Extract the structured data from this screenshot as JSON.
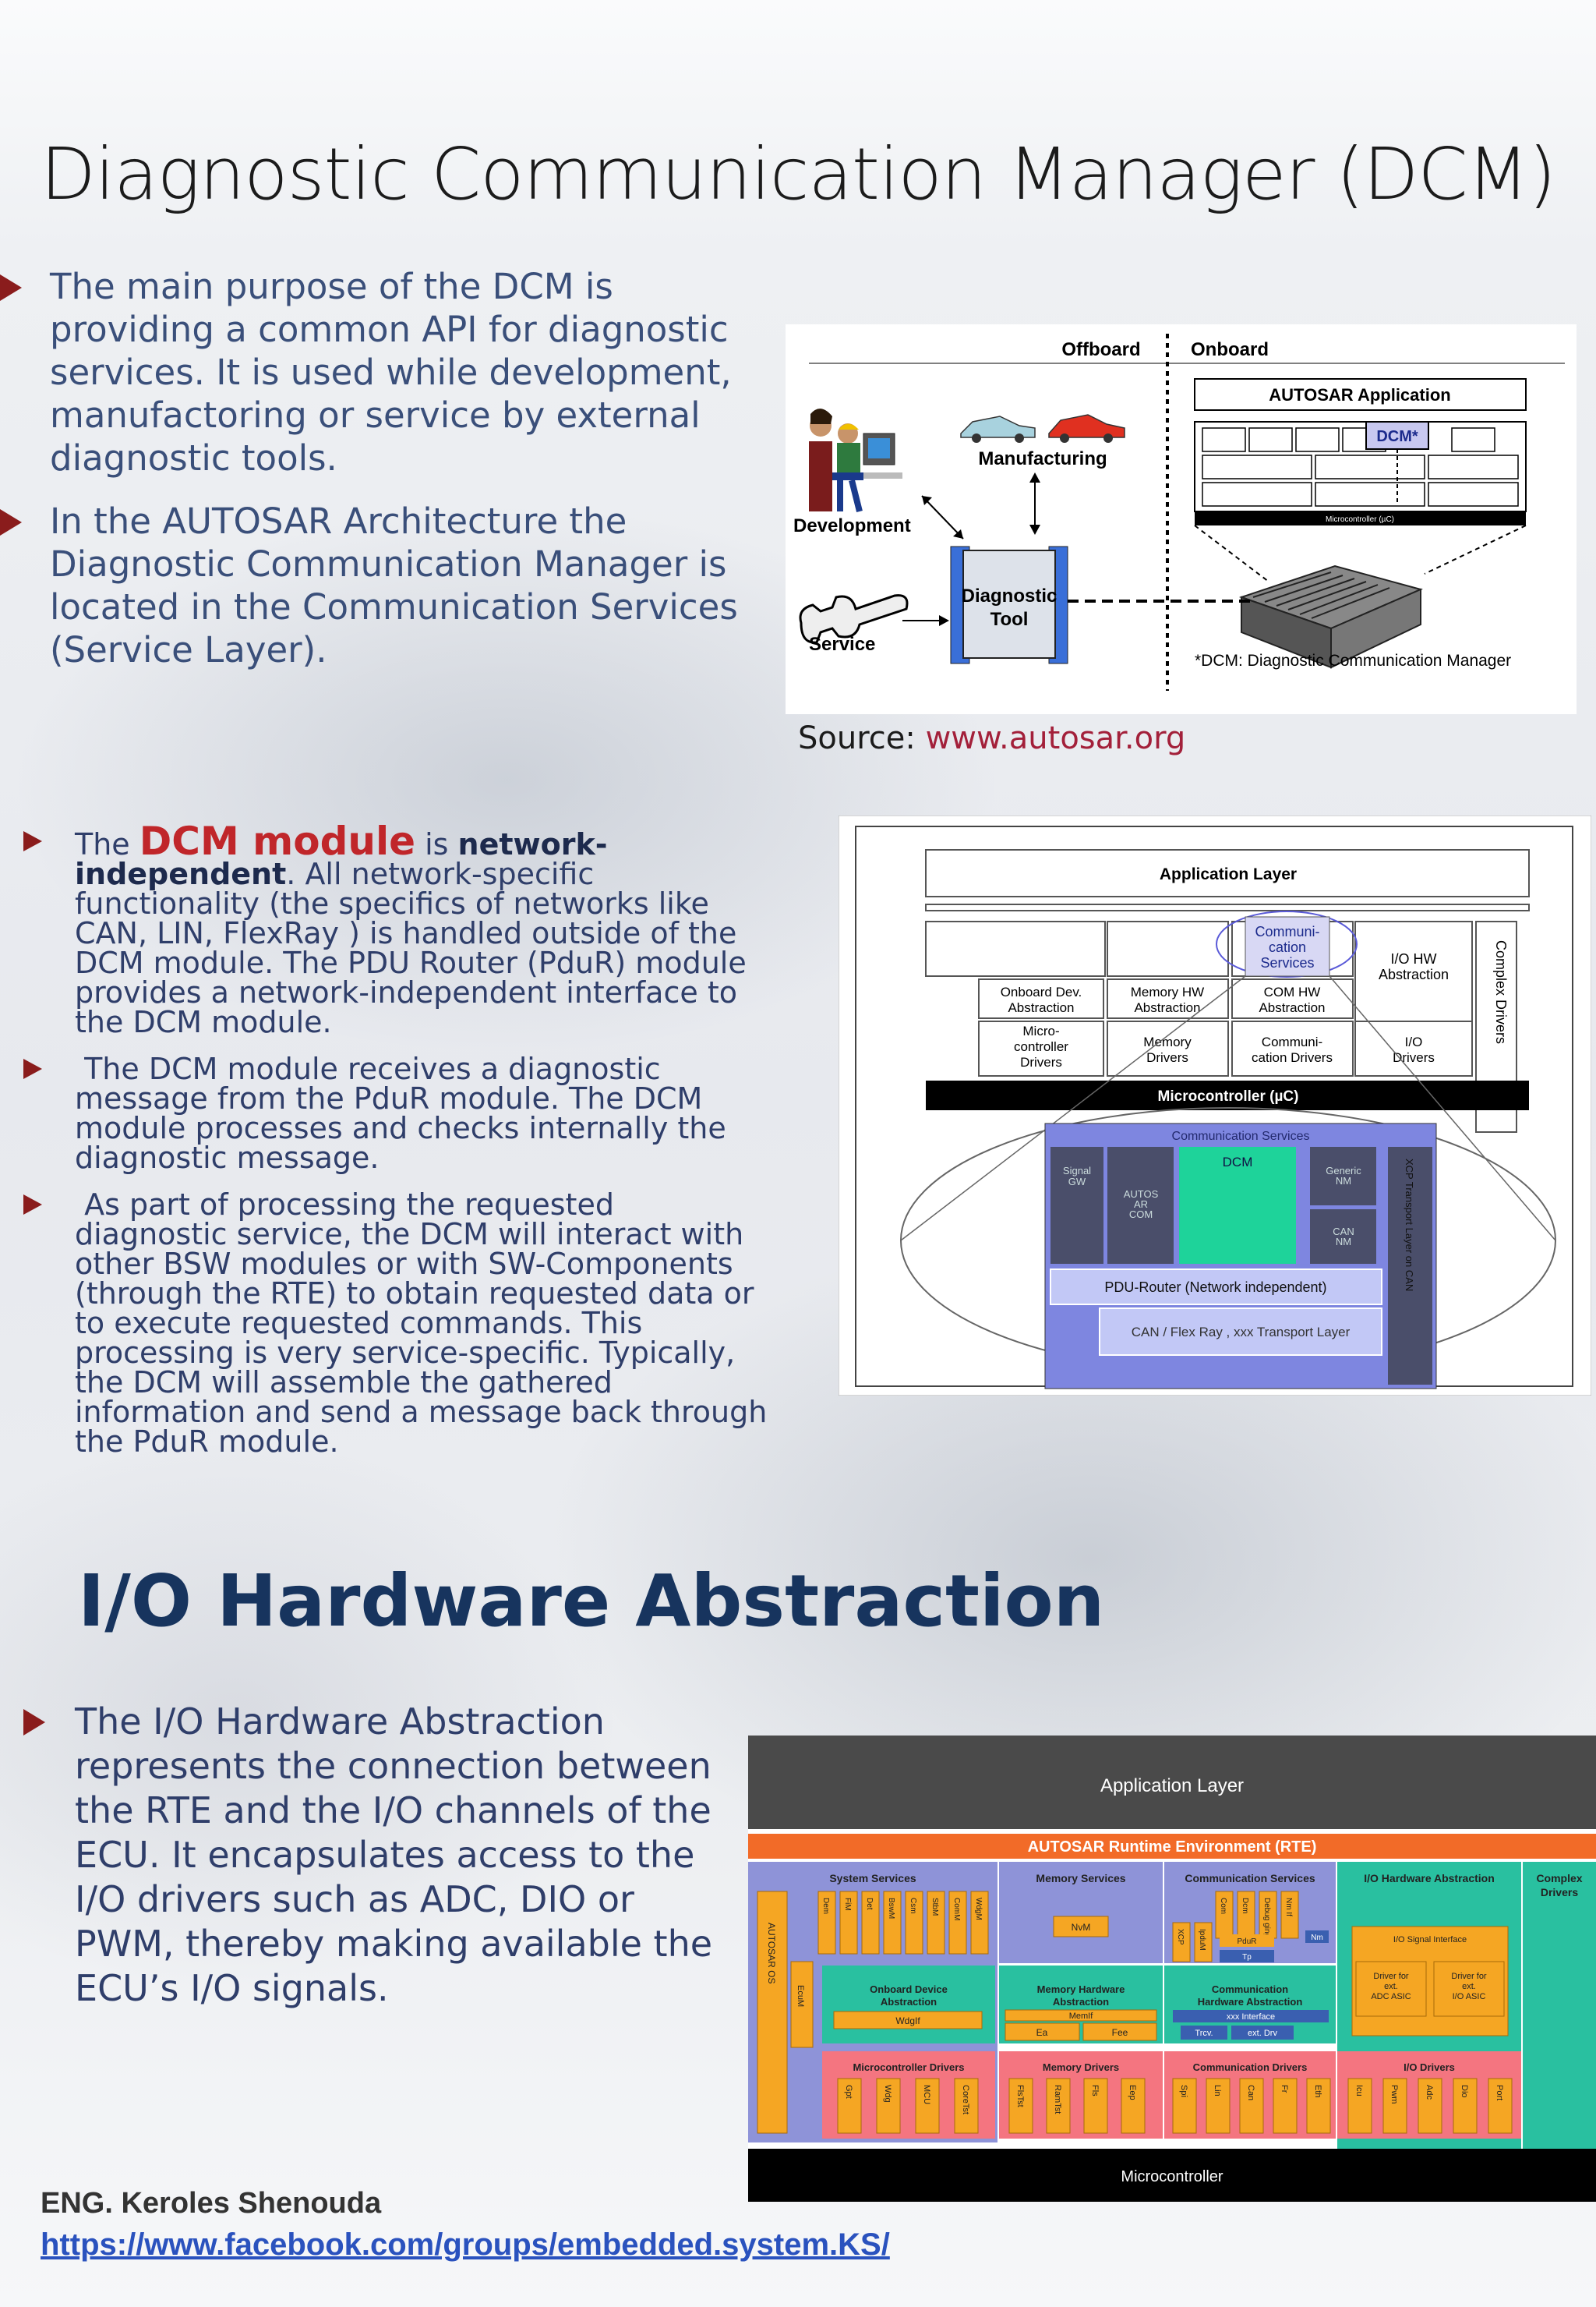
{
  "title": "Diagnostic Communication Manager (DCM)",
  "section1": {
    "bullets": [
      "The main purpose of the DCM is providing a common API for diagnostic services. It is used while development, manufactoring or service by external diagnostic tools.",
      "In the AUTOSAR Architecture the Diagnostic Communication Manager is located in the Communication Services (Service Layer)."
    ]
  },
  "figure1": {
    "offboard": "Offboard",
    "onboard": "Onboard",
    "autosar_app": "AUTOSAR Application",
    "dcm_box": "DCM*",
    "microcontroller": "Microcontroller (µC)",
    "manufacturing": "Manufacturing",
    "development": "Development",
    "diag_tool_1": "Diagnostic",
    "diag_tool_2": "Tool",
    "service": "Service",
    "footnote": "*DCM: Diagnostic Communication Manager"
  },
  "source": {
    "label": "Source:",
    "url": "www.autosar.org"
  },
  "section2": {
    "b1_pre": "The ",
    "b1_dcm": "DCM module",
    "b1_mid": " is ",
    "b1_bold": "network-independent",
    "b1_post": ". All network-specific functionality (the specifics of networks like CAN, LIN, FlexRay ) is handled outside of the DCM module. The PDU Router (PduR) module provides a network-independent interface to the DCM module.",
    "b2": "The DCM module receives a diagnostic message from the PduR module. The DCM module processes and checks internally the diagnostic message.",
    "b3": "As part of processing the requested diagnostic service, the DCM will interact with other BSW modules or with SW-Components (through the RTE) to obtain requested data or to execute requested commands. This processing is very service-specific. Typically, the DCM will assemble the gathered information and send a message back through the PduR module."
  },
  "figure2": {
    "app_layer": "Application Layer",
    "comm_services_1": "Communi-",
    "comm_services_2": "cation",
    "comm_services_3": "Services",
    "io_hw_1": "I/O HW",
    "io_hw_2": "Abstraction",
    "complex": "Complex Drivers",
    "onboard_1": "Onboard Dev.",
    "onboard_2": "Abstraction",
    "memhw_1": "Memory HW",
    "memhw_2": "Abstraction",
    "comhw_1": "COM HW",
    "comhw_2": "Abstraction",
    "micro_1": "Micro-",
    "micro_2": "controller",
    "micro_3": "Drivers",
    "memory_1": "Memory",
    "memory_2": "Drivers",
    "commdrv_1": "Communi-",
    "commdrv_2": "cation Drivers",
    "io_1": "I/O",
    "io_2": "Drivers",
    "mcu": "Microcontroller (µC)",
    "cs_title": "Communication Services",
    "signal_gw_1": "Signal",
    "signal_gw_2": "GW",
    "autos_1": "AUTOS",
    "autos_2": "AR",
    "autos_3": "COM",
    "dcm": "DCM",
    "generic_nm_1": "Generic",
    "generic_nm_2": "NM",
    "can_nm_1": "CAN",
    "can_nm_2": "NM",
    "xcp": "XCP Transport Layer on CAN",
    "pdur": "PDU-Router (Network independent)",
    "tp": "CAN / Flex Ray , xxx  Transport Layer"
  },
  "subtitle": "I/O Hardware Abstraction",
  "section3": {
    "bullet": "The I/O Hardware Abstraction represents the connection between the RTE and the I/O channels of the ECU. It encapsulates access to the I/O drivers such as ADC, DIO or PWM, thereby making available the ECU’s I/O signals."
  },
  "figure3": {
    "app_layer": "Application Layer",
    "rte": "AUTOSAR Runtime Environment (RTE)",
    "sys_services": "System Services",
    "mem_services": "Memory Services",
    "comm_services": "Communication Services",
    "io_hw_abs": "I/O Hardware Abstraction",
    "complex_1": "Complex",
    "complex_2": "Drivers",
    "autosar_os": "AUTOSAR OS",
    "nvm": "NvM",
    "onboard_1": "Onboard Device",
    "onboard_2": "Abstraction",
    "wdgif": "WdgIf",
    "memhw_1": "Memory Hardware",
    "memhw_2": "Abstraction",
    "memif": "MemIf",
    "ea": "Ea",
    "fee": "Fee",
    "commhw_1": "Communication",
    "commhw_2": "Hardware Abstraction",
    "xxx_if": "xxx Interface",
    "trcv": "Trcv.",
    "ext_drv": "ext. Drv",
    "io_sig": "I/O Signal Interface",
    "drv_ext_1": "Driver for",
    "drv_ext_2": "ext.",
    "drv_ext_3": "ADC ASIC",
    "drv_io_1": "Driver for",
    "drv_io_2": "ext.",
    "drv_io_3": "I/O ASIC",
    "mc_drivers": "Microcontroller Drivers",
    "mem_drivers": "Memory Drivers",
    "comm_drivers": "Communication Drivers",
    "io_drivers": "I/O Drivers",
    "microcontroller": "Microcontroller",
    "sys_mods": [
      "Dem",
      "FiM",
      "Det",
      "BswM",
      "Csm",
      "StbM",
      "ComM",
      "WdgM"
    ],
    "ecum": "EcuM",
    "comm_mods": [
      "Com",
      "Dcm",
      "Debug ging",
      "Nm If",
      "XCP",
      "IpduM",
      "PduR",
      "Tp",
      "Nm"
    ],
    "mc_mods": [
      "Gpt",
      "Wdg",
      "MCU",
      "CoreTst"
    ],
    "mem_mods": [
      "FlsTst",
      "RamTst",
      "Fls",
      "Eep"
    ],
    "cd_mods": [
      "Spi",
      "Lin",
      "Can",
      "Fr",
      "Eth"
    ],
    "io_mods": [
      "Icu",
      "Pwm",
      "Adc",
      "Dio",
      "Port"
    ]
  },
  "footer": {
    "author": "ENG. Keroles Shenouda",
    "link": "https://www.facebook.com/groups/embedded.system.KS/"
  }
}
